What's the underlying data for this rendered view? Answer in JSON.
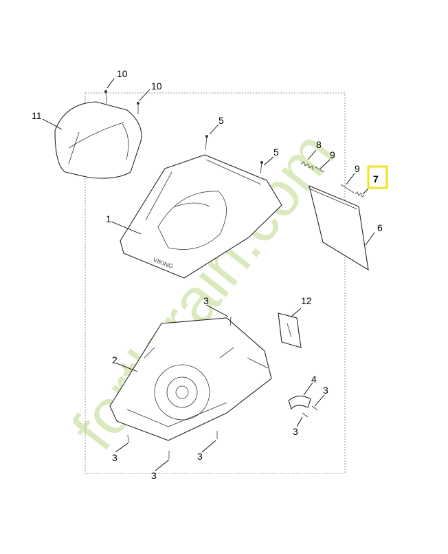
{
  "diagram": {
    "callouts": [
      "1",
      "2",
      "3",
      "4",
      "5",
      "6",
      "7",
      "8",
      "9",
      "10",
      "11",
      "12"
    ],
    "highlighted_callout": "7",
    "highlight_color": "#f1e31c",
    "watermark": "fort'grain.com",
    "watermark_colors": {
      "green": "#bcd88a",
      "brown": "#c9b79a"
    }
  }
}
